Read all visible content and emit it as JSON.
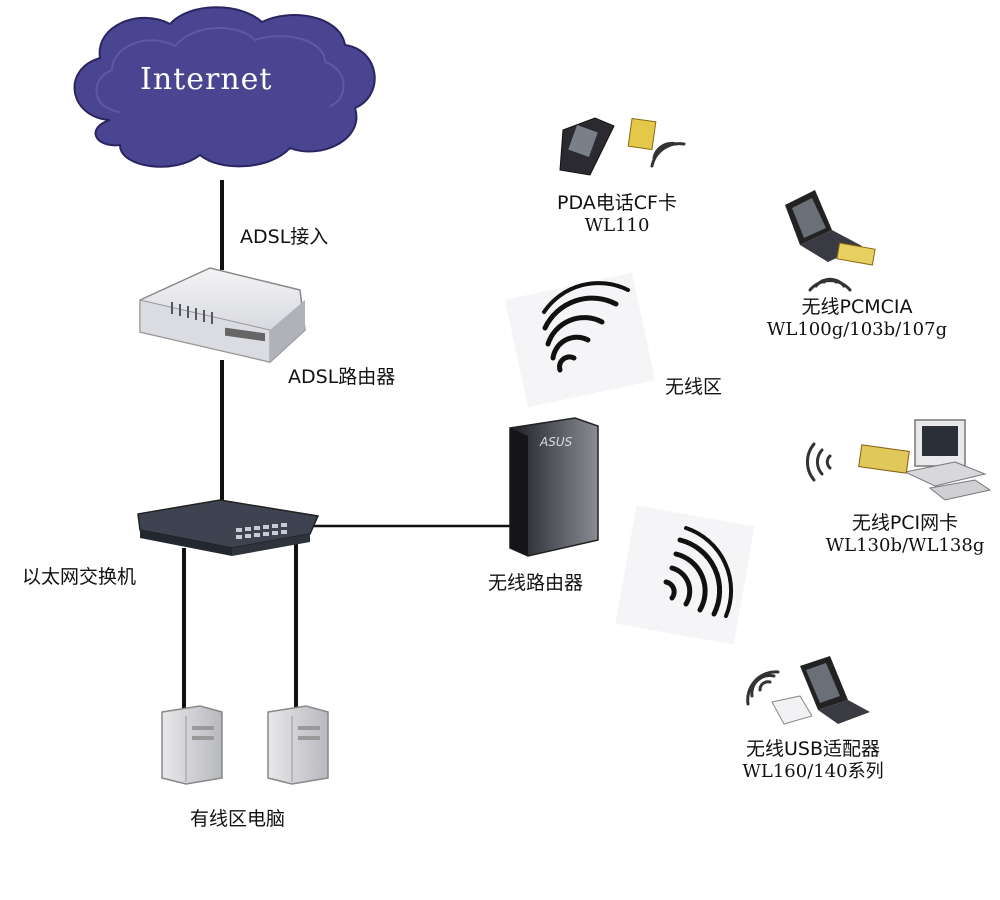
{
  "cloud": {
    "label": "Internet"
  },
  "links": {
    "adsl_access": "ADSL接入"
  },
  "devices": {
    "adsl_router": "ADSL路由器",
    "switch": "以太网交换机",
    "wireless_router": "无线路由器",
    "wired_pcs": "有线区电脑"
  },
  "wireless_zone": "无线区",
  "clients": [
    {
      "name": "PDA电话CF卡",
      "model": "WL110"
    },
    {
      "name": "无线PCMCIA",
      "model": "WL100g/103b/107g"
    },
    {
      "name": "无线PCI网卡",
      "model": "WL130b/WL138g"
    },
    {
      "name": "无线USB适配器",
      "model": "WL160/140系列"
    }
  ],
  "colors": {
    "cloud_fill": "#4a4590",
    "cable": "#111111",
    "device_dark": "#2e2e3a",
    "switch_body": "#3d4350"
  }
}
